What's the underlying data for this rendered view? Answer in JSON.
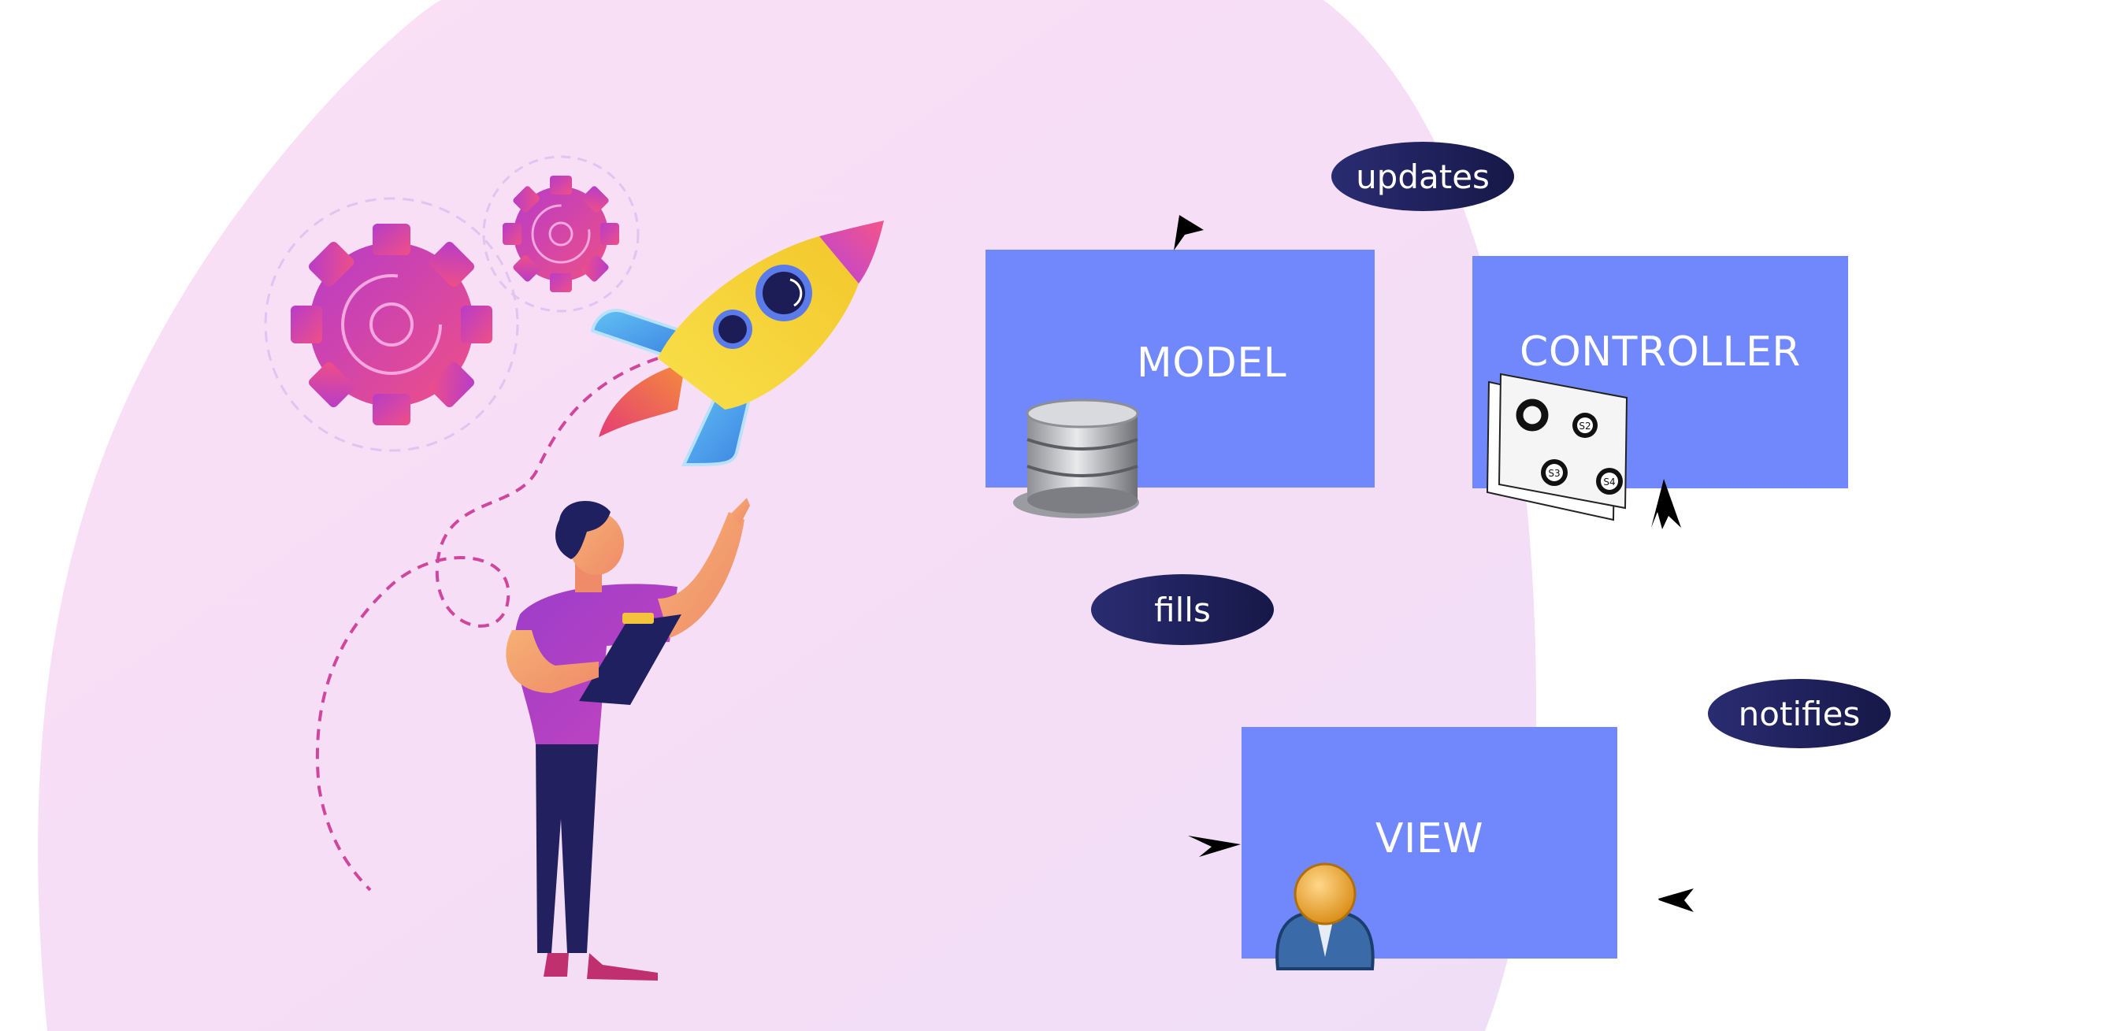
{
  "colors": {
    "box_fill": "#7088fc",
    "pill_fill": "#1e205d",
    "bubble_fill": "#f4dbf3",
    "accent_magenta": "#d63d9b",
    "rocket_yellow": "#f7d93b",
    "rocket_fin_blue": "#4a9eea",
    "person_shirt": "#a23dc4",
    "person_pants": "#22205e"
  },
  "diagram": {
    "boxes": {
      "model": "MODEL",
      "controller": "CONTROLLER",
      "view": "VIEW"
    },
    "edge_labels": {
      "updates": "updates",
      "fills": "fills",
      "notifies": "notifies"
    }
  },
  "controller_card_states": [
    "S2",
    "S3",
    "S4"
  ],
  "illustration_icons": [
    "gear-icon",
    "rocket-icon",
    "person-icon",
    "clipboard-icon",
    "database-icon",
    "state-chart-icon",
    "user-avatar-icon",
    "arrowhead-icon"
  ]
}
